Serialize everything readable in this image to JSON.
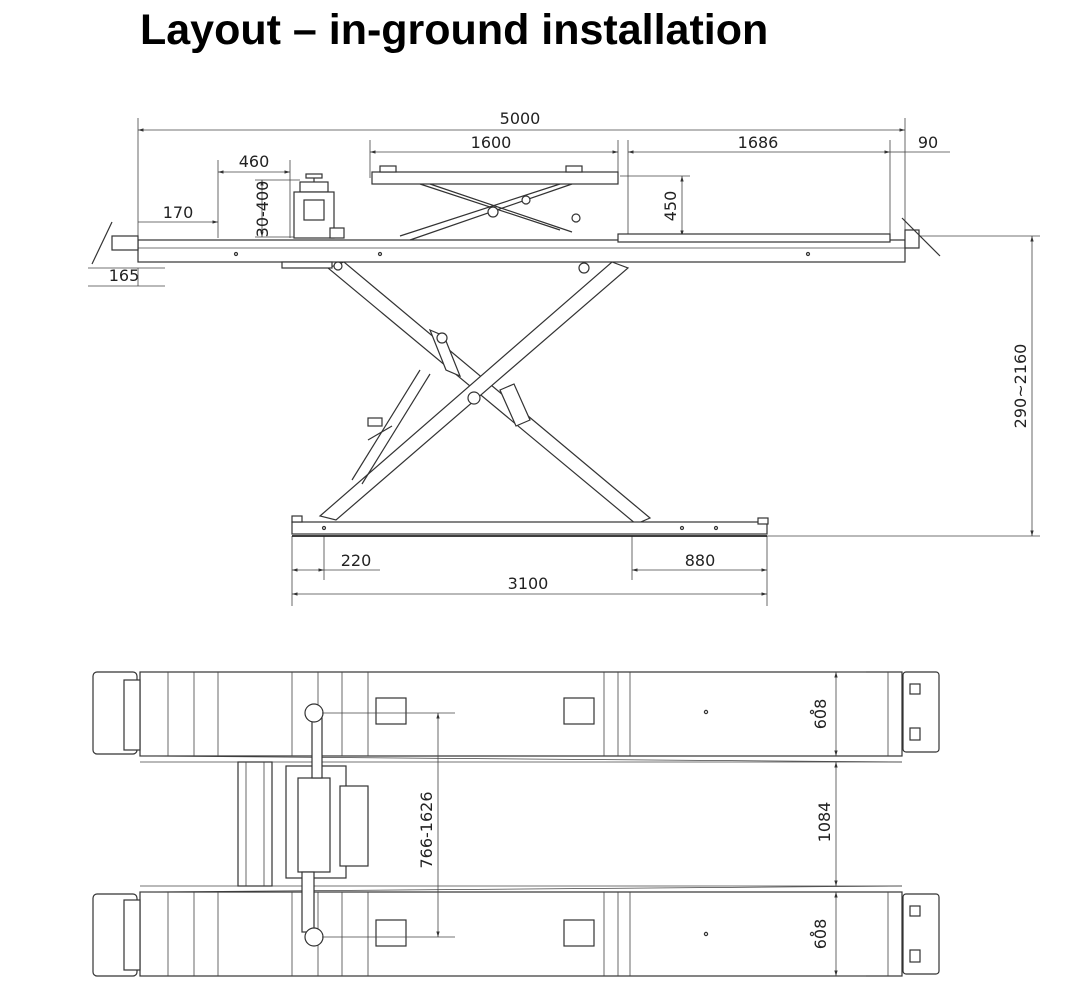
{
  "title": "Layout – in-ground installation",
  "side_view": {
    "dims": {
      "overall_length": "5000",
      "platform_length": "1600",
      "extension_length": "1686",
      "end_offset": "90",
      "jack_width": "460",
      "jack_height_range": "30-400",
      "front_offset": "170",
      "platform_height": "450",
      "ground_height": "165",
      "lift_height_range": "290~2160",
      "base_front": "220",
      "base_rear": "880",
      "base_length": "3100"
    }
  },
  "top_view": {
    "dims": {
      "upper_runway_width": "608",
      "jack_span_range": "766-1626",
      "runway_gap": "1084",
      "lower_runway_width": "608"
    }
  }
}
